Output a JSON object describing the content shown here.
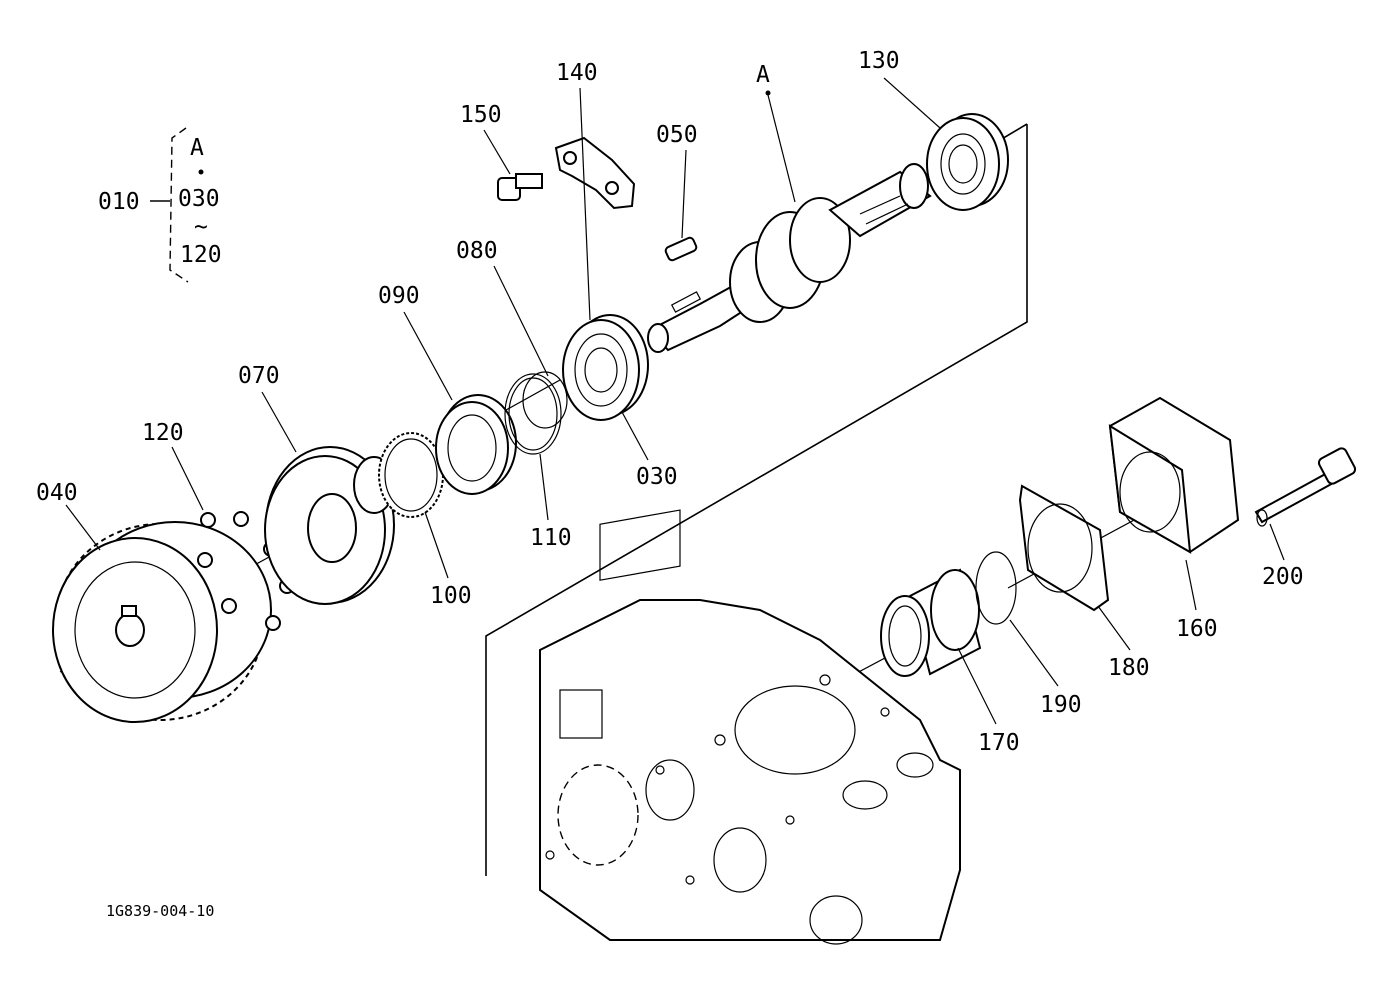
{
  "group": {
    "id": "010",
    "from_mark": "A",
    "range_start": "030",
    "range_sep": "~",
    "range_end": "120"
  },
  "labels": {
    "p010": "010",
    "p030": "030",
    "p040": "040",
    "p050": "050",
    "p070": "070",
    "p080": "080",
    "p090": "090",
    "p100": "100",
    "p110": "110",
    "p120": "120",
    "p130": "130",
    "p140": "140",
    "p150": "150",
    "p160": "160",
    "p170": "170",
    "p180": "180",
    "p190": "190",
    "p200": "200",
    "markA": "A"
  },
  "drawing_code": "1G839-004-10"
}
